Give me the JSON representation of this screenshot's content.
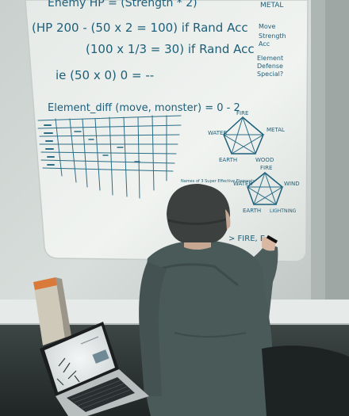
{
  "photo": {
    "subject": "person writing on a whiteboard next to an open laptop"
  },
  "whiteboard": {
    "line1": "Enemy HP = (Strength * 2)",
    "line2": "(HP 200 - (50 x 2 = 100) if Rand Acc",
    "line3": "(100 x 1/3 = 30) if Rand Acc",
    "line4": "ie (50 x 0) 0 = --",
    "formula": "Element_diff (move, monster) = 0 - 2",
    "pentagon1": [
      "FIRE",
      "WATER",
      "METAL",
      "EARTH",
      "WOOD"
    ],
    "pentagon2": [
      "FIRE",
      "WATER",
      "WIND",
      "EARTH",
      "LIGHTNING"
    ],
    "pentagon2_title": "Names of 3 Super Effective Elements",
    "side_note": [
      "Move",
      "Strength",
      "Acc",
      "Element",
      "Defense",
      "Special?"
    ],
    "bottom_writing": "> FIRE, E",
    "top_right": "METAL"
  },
  "colors": {
    "wall": "#d9dedb",
    "board": "#eef1ee",
    "ink": "#1d5f79",
    "sweater": "#4a5a58",
    "beanie": "#3c4140"
  }
}
